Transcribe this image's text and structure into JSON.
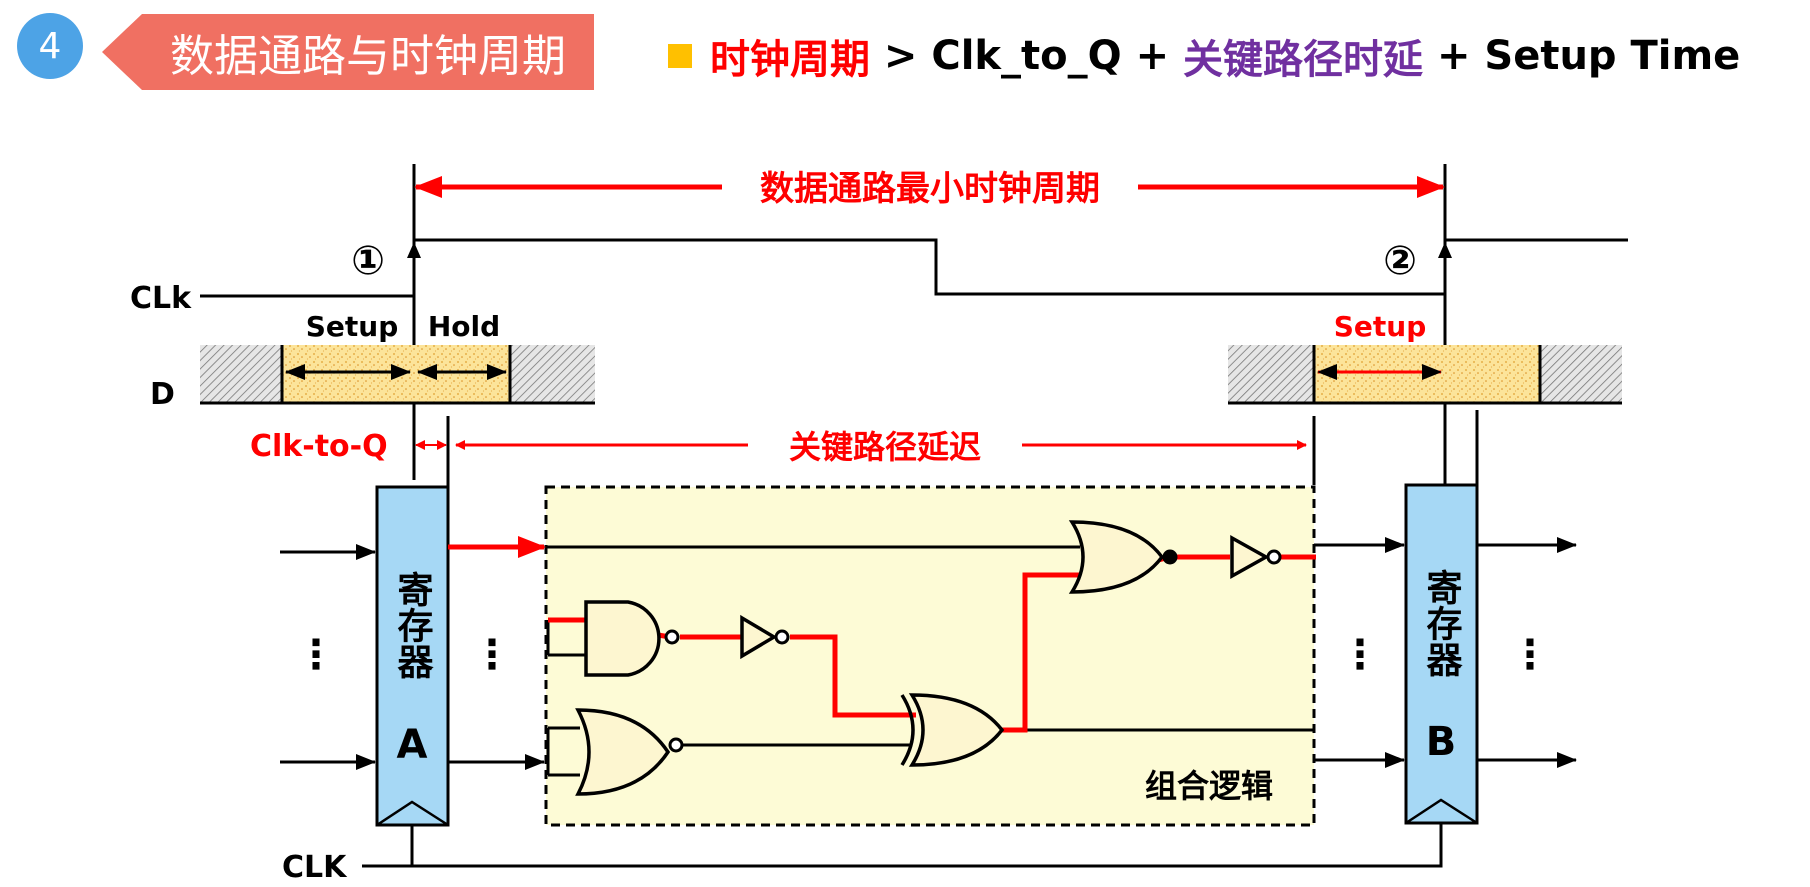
{
  "header": {
    "badge_number": "4",
    "section_title": "数据通路与时钟周期",
    "formula": {
      "part1": "时钟周期",
      "part2": " > Clk_to_Q + ",
      "part3": "关键路径时延",
      "part4": " + Setup Time"
    }
  },
  "diagram": {
    "min_period_label": "数据通路最小时钟周期",
    "edge1_label": "①",
    "edge2_label": "②",
    "clk_label": "CLk",
    "d_label": "D",
    "setup_label": "Setup",
    "hold_label": "Hold",
    "setup2_label": "Setup",
    "clk_to_q_label": "Clk-to-Q",
    "critical_path_label": "关键路径延迟",
    "comb_logic_label": "组合逻辑",
    "register_a_label": "寄存器",
    "register_a_letter": "A",
    "register_b_label": "寄存器",
    "register_b_letter": "B",
    "bottom_clk_label": "CLK",
    "ellipsis": "⋮"
  },
  "colors": {
    "badge": "#4da3e6",
    "banner": "#f07062",
    "accent_red": "#ff0000",
    "accent_purple": "#7030a0",
    "highlight_square": "#ffc000",
    "register_fill": "#a6d8f5",
    "comb_logic_fill": "#fdfbd6",
    "gate_fill": "#fdf6d0",
    "setup_fill": "#fce49a"
  }
}
